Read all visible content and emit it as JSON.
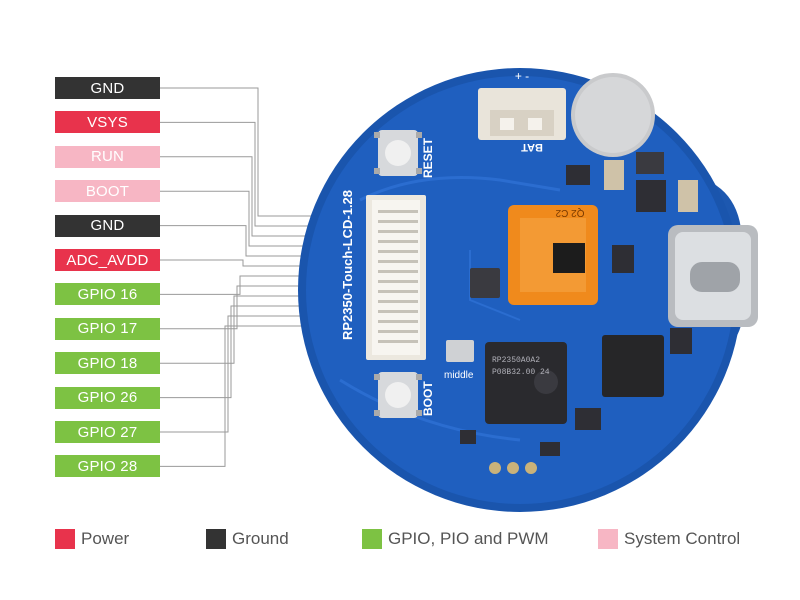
{
  "pins": [
    {
      "label": "GND",
      "kind": "ground"
    },
    {
      "label": "VSYS",
      "kind": "power"
    },
    {
      "label": "RUN",
      "kind": "system"
    },
    {
      "label": "BOOT",
      "kind": "system"
    },
    {
      "label": "GND",
      "kind": "ground"
    },
    {
      "label": "ADC_AVDD",
      "kind": "power"
    },
    {
      "label": "GPIO 16",
      "kind": "gpio"
    },
    {
      "label": "GPIO 17",
      "kind": "gpio"
    },
    {
      "label": "GPIO 18",
      "kind": "gpio"
    },
    {
      "label": "GPIO 26",
      "kind": "gpio"
    },
    {
      "label": "GPIO 27",
      "kind": "gpio"
    },
    {
      "label": "GPIO 28",
      "kind": "gpio"
    }
  ],
  "board": {
    "name": "RP2350-Touch-LCD-1.28",
    "reset_label": "RESET",
    "boot_label": "BOOT",
    "bat_label": "BAT",
    "battery_polarity": "+ -",
    "middle_label": "middle",
    "chip_marking_1": "RP2350A0A2",
    "chip_marking_2": "P08B32.00 24",
    "sensor_marking": "Q2 C2"
  },
  "legend": [
    {
      "label": "Power",
      "color": "#e8334c"
    },
    {
      "label": "Ground",
      "color": "#333333"
    },
    {
      "label": "GPIO, PIO and PWM",
      "color": "#7dc243"
    },
    {
      "label": "System Control",
      "color": "#f7b6c4"
    }
  ]
}
